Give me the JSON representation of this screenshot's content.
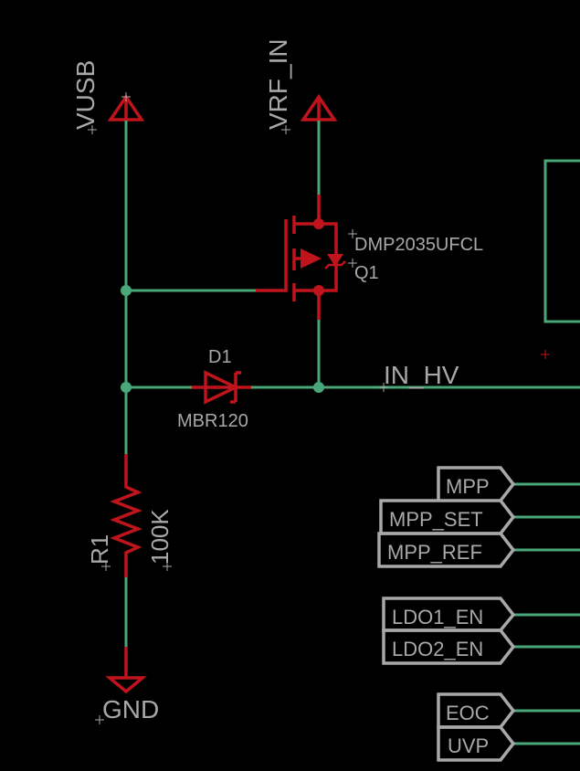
{
  "schematic": {
    "colors": {
      "wire": "#4aa77a",
      "component": "#c0141c",
      "label": "#a8a8a8",
      "background": "#000000"
    },
    "supplies": {
      "vusb": "VUSB",
      "vrf_in": "VRF_IN",
      "gnd": "GND"
    },
    "q1": {
      "name": "Q1",
      "value": "DMP2035UFCL"
    },
    "d1": {
      "name": "D1",
      "value": "MBR120"
    },
    "r1": {
      "name": "R1",
      "value": "100K"
    },
    "net_label": "IN_HV",
    "ports": [
      "MPP",
      "MPP_SET",
      "MPP_REF",
      "LDO1_EN",
      "LDO2_EN",
      "EOC",
      "UVP"
    ]
  }
}
